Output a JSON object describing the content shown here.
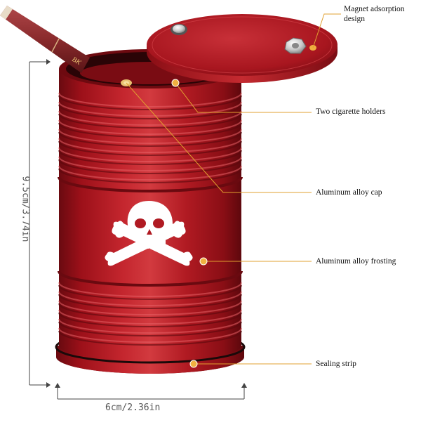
{
  "callouts": {
    "magnet_line1": "Magnet adsorption",
    "magnet_line2": "design",
    "holders": "Two cigarette holders",
    "cap": "Aluminum alloy cap",
    "frosting": "Aluminum alloy frosting",
    "sealing": "Sealing strip"
  },
  "dimensions": {
    "height": "9.5cm/3.74in",
    "width": "6cm/2.36in"
  },
  "cigarette_text": "BK",
  "colors": {
    "body_red": "#a8121c",
    "body_dark": "#6e0a10",
    "highlight": "#e35a5a",
    "callout_line": "#e0a030",
    "dot_orange": "#f0b040",
    "skull": "#ffffff"
  },
  "icons": {
    "skull": "skull-and-crossbones-icon"
  }
}
